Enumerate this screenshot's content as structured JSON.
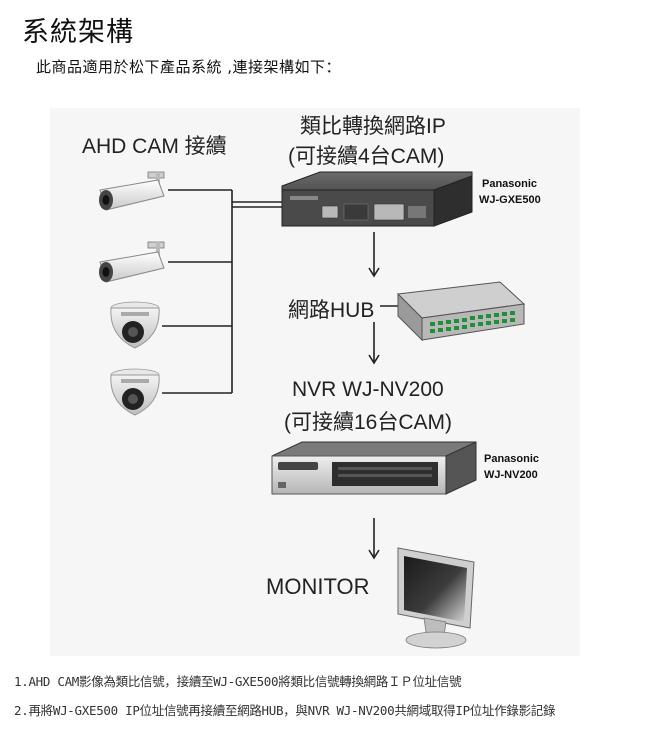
{
  "header": {
    "title": "系統架構",
    "subtitle": "此商品適用於松下產品系統 ,連接架構如下："
  },
  "diagram": {
    "ahd_cam_label": "AHD CAM 接續",
    "converter": {
      "line1": "類比轉換網路IP",
      "line2": "(可接續4台CAM)",
      "brand": "Panasonic",
      "model": "WJ-GXE500"
    },
    "hub_label": "網路HUB",
    "nvr": {
      "line1": "NVR WJ-NV200",
      "line2": "(可接續16台CAM)",
      "brand": "Panasonic",
      "model": "WJ-NV200"
    },
    "monitor_label": "MONITOR"
  },
  "notes": [
    "1.AHD CAM影像為類比信號，接續至WJ-GXE500將類比信號轉換網路ＩＰ位址信號",
    "2.再將WJ-GXE500 IP位址信號再接續至網路HUB，與NVR WJ-NV200共網域取得IP位址作錄影記錄"
  ],
  "colors": {
    "line": "#222222",
    "device_dark": "#3a3a3a",
    "device_light": "#d9d9d9",
    "hub_port": "#1f8f3a"
  }
}
